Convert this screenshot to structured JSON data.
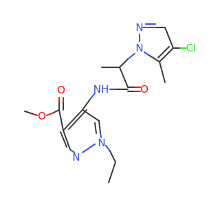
{
  "atoms": {
    "n_pyr_top_1": "N",
    "n_pyr_top_2": "N",
    "cl": "Cl",
    "o_amide": "O",
    "nh": "NH",
    "o_ester_carbonyl": "O",
    "o_ester_ether": "O",
    "n_pyr_bottom_1": "N",
    "n_pyr_bottom_2": "N"
  },
  "colors": {
    "carbon": "#3a3a3a",
    "nitrogen": "#3050F8",
    "oxygen": "#FF0D0D",
    "chlorine": "#1FF01F"
  }
}
